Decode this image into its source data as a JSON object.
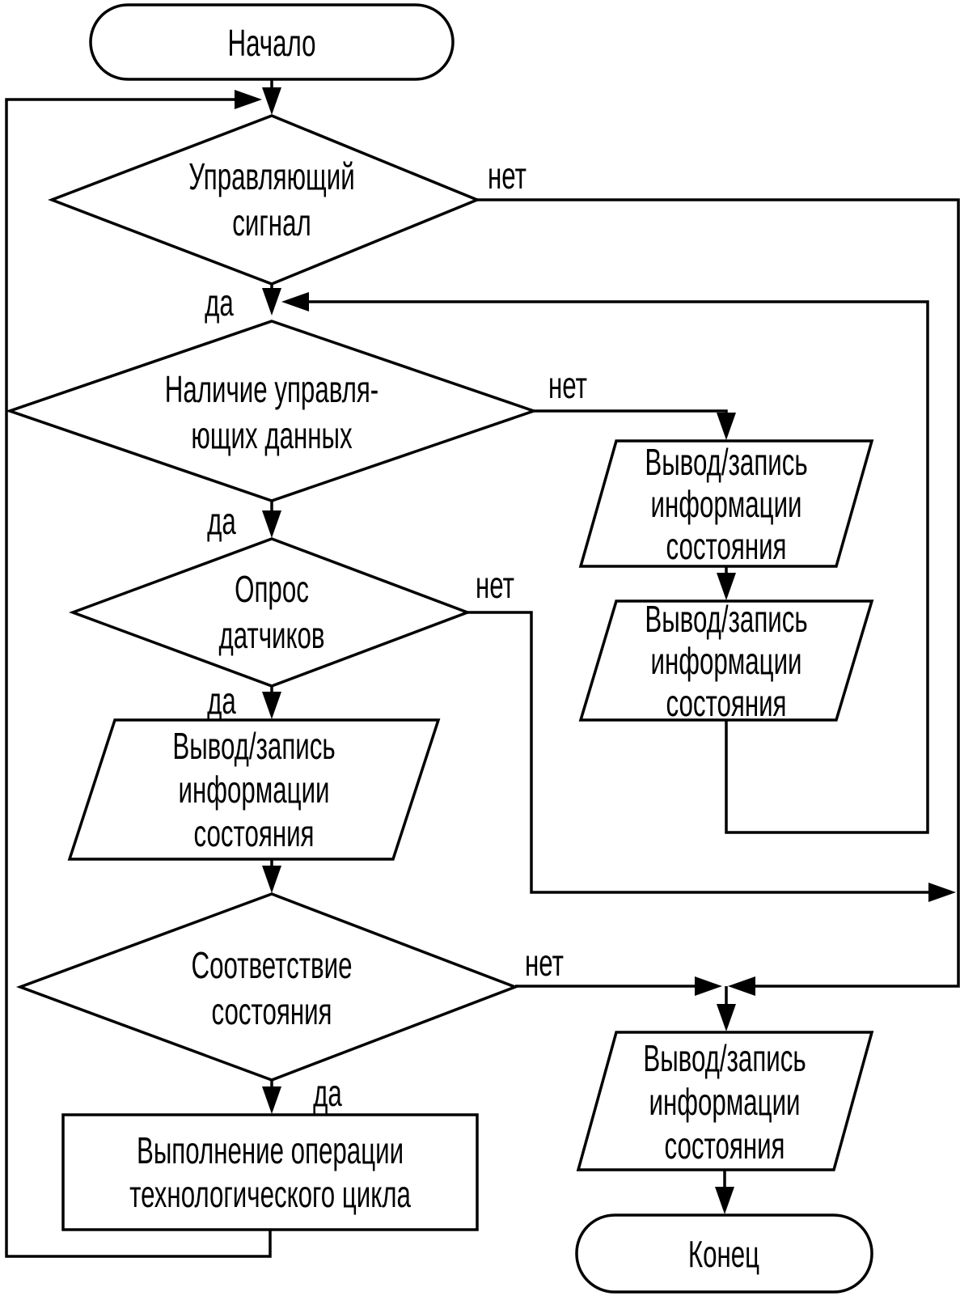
{
  "colors": {
    "background": "#ffffff",
    "stroke": "#000000",
    "text": "#000000"
  },
  "flowchart": {
    "nodes": {
      "start": {
        "type": "terminator",
        "label": "Начало"
      },
      "decision_control_signal": {
        "type": "decision",
        "lines": [
          "Управляющий",
          "сигнал"
        ]
      },
      "decision_control_data": {
        "type": "decision",
        "lines": [
          "Наличие управля-",
          "ющих данных"
        ]
      },
      "decision_sensor_poll": {
        "type": "decision",
        "lines": [
          "Опрос",
          "датчиков"
        ]
      },
      "io_state_left": {
        "type": "io",
        "lines": [
          "Вывод/запись",
          "информации",
          "состояния"
        ]
      },
      "decision_state_match": {
        "type": "decision",
        "lines": [
          "Соответствие",
          "состояния"
        ]
      },
      "process_tech_cycle": {
        "type": "process",
        "lines": [
          "Выполнение операции",
          "технологического цикла"
        ]
      },
      "io_state_right_1": {
        "type": "io",
        "lines": [
          "Вывод/запись",
          "информации",
          "состояния"
        ]
      },
      "io_state_right_2": {
        "type": "io",
        "lines": [
          "Вывод/запись",
          "информации",
          "состояния"
        ]
      },
      "io_state_bottom": {
        "type": "io",
        "lines": [
          "Вывод/запись",
          "информации",
          "состояния"
        ]
      },
      "end": {
        "type": "terminator",
        "label": "Конец"
      }
    },
    "edge_labels": {
      "control_signal_no": "нет",
      "control_signal_yes": "да",
      "control_data_no": "нет",
      "control_data_yes": "да",
      "sensor_poll_no": "нет",
      "sensor_poll_yes": "да",
      "state_match_no": "нет",
      "state_match_yes": "да"
    }
  }
}
